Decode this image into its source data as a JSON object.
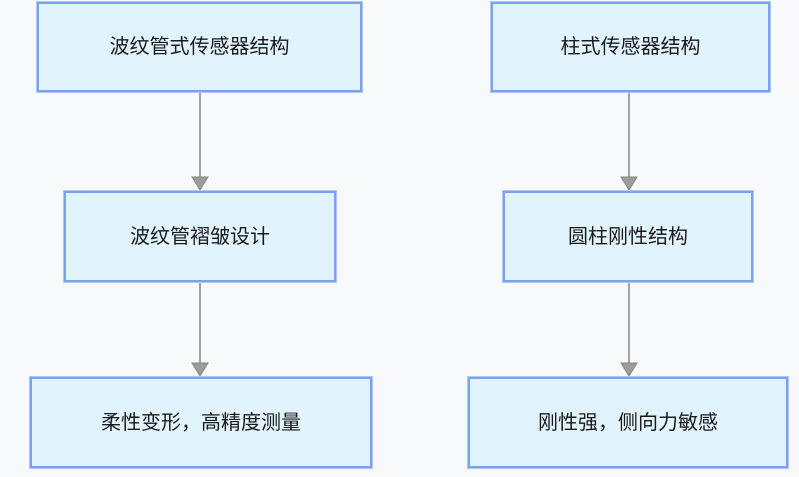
{
  "diagram": {
    "type": "flowchart",
    "direction": "top-down",
    "columns": [
      {
        "id": "bellows-sensor",
        "nodes": [
          {
            "label": "波纹管式传感器结构"
          },
          {
            "label": "波纹管褶皱设计"
          },
          {
            "label": "柔性变形，高精度测量"
          }
        ],
        "edges": [
          {
            "from": 0,
            "to": 1
          },
          {
            "from": 1,
            "to": 2
          }
        ]
      },
      {
        "id": "column-sensor",
        "nodes": [
          {
            "label": "柱式传感器结构"
          },
          {
            "label": "圆柱刚性结构"
          },
          {
            "label": "刚性强，侧向力敏感"
          }
        ],
        "edges": [
          {
            "from": 0,
            "to": 1
          },
          {
            "from": 1,
            "to": 2
          }
        ]
      }
    ],
    "colors": {
      "background": "#f8f9fa",
      "node_fill": "#e1f3fd",
      "node_border": "#7aa3ee",
      "arrow_line": "#a3a3a3",
      "arrow_head": "#9c9c9c",
      "text": "#1a1a1a"
    }
  }
}
